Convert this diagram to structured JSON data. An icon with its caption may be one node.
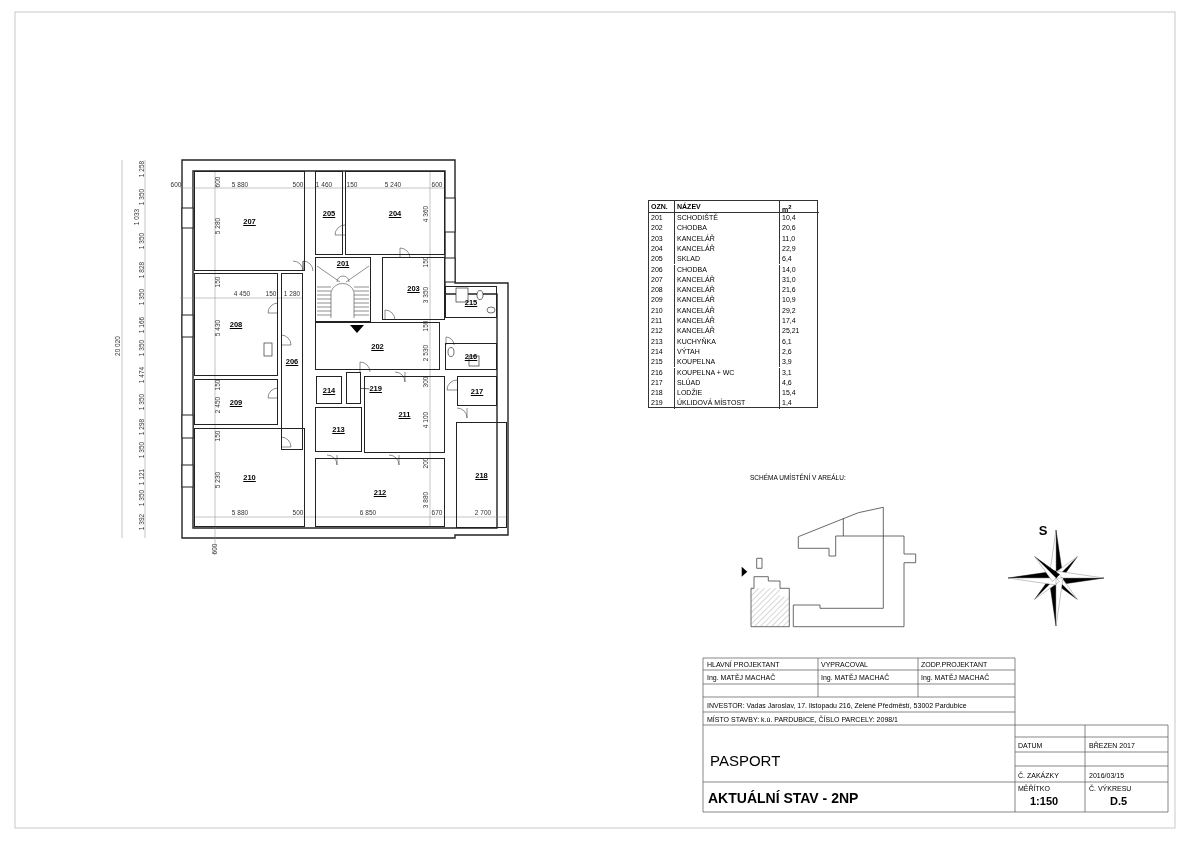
{
  "diagram": {
    "nodes": [
      {
        "text": [
          "207"
        ]
      },
      {
        "text": [
          "205"
        ]
      },
      {
        "text": [
          "204"
        ]
      },
      {
        "text": [
          "201"
        ]
      },
      {
        "text": [
          "203"
        ]
      },
      {
        "text": [
          "208"
        ]
      },
      {
        "text": [
          "215"
        ]
      },
      {
        "text": [
          "202"
        ]
      },
      {
        "text": [
          "216"
        ]
      },
      {
        "text": [
          "206"
        ]
      },
      {
        "text": [
          "214"
        ]
      },
      {
        "text": [
          "219"
        ],
        "in": 13
      },
      {
        "text": [],
        "shape": "box"
      },
      {
        "text": [
          "211"
        ]
      },
      {
        "text": [
          "217"
        ]
      },
      {
        "text": [
          "209"
        ]
      },
      {
        "text": [
          "213"
        ]
      },
      {
        "text": [
          "212"
        ]
      },
      {
        "text": [
          "210"
        ]
      },
      {
        "text": [
          "218"
        ]
      }
    ],
    "edges": [
      {
        "from": 11,
        "to": 12,
        "arrow": "none"
      }
    ],
    "labels": [
      "20 020",
      "1 033",
      "1 258",
      "1 350",
      "1 350",
      "1 828",
      "1 350",
      "1 166",
      "1 350",
      "1 474",
      "1 350",
      "1 298",
      "1 350",
      "1 121",
      "1 350",
      "1 392",
      "600",
      "5 880",
      "500",
      "1 460",
      "150",
      "5 240",
      "600",
      "600",
      "5 280",
      "150",
      "4 450",
      "150",
      "1 280",
      "5 430",
      "150",
      "2 450",
      "150",
      "5 230",
      "4 360",
      "150",
      "3 350",
      "150",
      "2 530",
      "300",
      "4 100",
      "200",
      "3 880",
      "5 880",
      "500",
      "6 850",
      "670",
      "2 700",
      "600",
      "OZN.",
      "NÁZEV",
      "m$^{2}$",
      "201",
      "SCHODIŠTĚ",
      "10,4",
      "202",
      "CHODBA",
      "20,6",
      "203",
      "KANCELÁŘ",
      "11,0",
      "204",
      "KANCELÁŘ",
      "22,9",
      "205",
      "SKLAD",
      "6,4",
      "206",
      "CHODBA",
      "14,0",
      "207",
      "KANCELÁŘ",
      "31,0",
      "208",
      "KANCELÁŘ",
      "21,6",
      "209",
      "KANCELÁŘ",
      "10,9",
      "210",
      "KANCELÁŘ",
      "29,2",
      "211",
      "KANCELÁŘ",
      "17,4",
      "212",
      "KANCELÁŘ",
      "25,21",
      "213",
      "KUCHYŇKA",
      "6,1",
      "214",
      "VÝTAH",
      "2,6",
      "215",
      "KOUPELNA",
      "3,9",
      "216",
      "KOUPELNA + WC",
      "3,1",
      "217",
      "SLÚAD",
      "4,6",
      "218",
      "LODŽIE",
      "15,4",
      "219",
      "ÚKLIDOVÁ MÍSTOST",
      "1,4",
      "SCHÉMA UMÍSTĚNÍ V AREÁLU:",
      "S",
      "HLAVNÍ PROJEKTANT",
      "VYPRACOVAL",
      "ZODP.PROJEKTANT",
      "Ing. MATĚJ MACHAČ",
      "Ing. MATĚJ MACHAČ",
      "Ing. MATĚJ MACHAČ",
      "INVESTOR: Vadas Jaroslav, 17. listopadu 216, Zelené Předměstí, 53002 Pardubice",
      "MÍSTO STAVBY:  k.ú. PARDUBICE, ČÍSLO PARCELY: 2098/1",
      "DATUM",
      "BŘEZEN 2017",
      "PASPORT",
      "Č. ZAKÁZKY",
      "2016/03/15",
      "MĚŘÍTKO",
      "Č. VÝKRESU",
      "1:150",
      "D.5",
      "AKTUÁLNÍ STAV - 2NP"
    ]
  }
}
